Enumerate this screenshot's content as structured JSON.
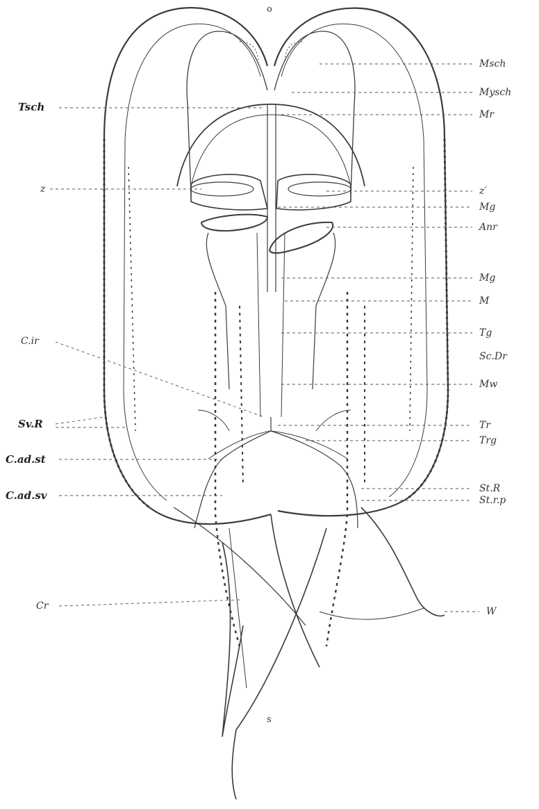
{
  "labels": {
    "o": "o",
    "s": "s",
    "msch": "Msch",
    "mysch": "Mysch",
    "tsch": "Tsch",
    "mr": "Mr",
    "z": "z",
    "z_prime": "z′",
    "mg_upper": "Mg",
    "anr": "Anr",
    "mg_lower": "Mg",
    "m": "M",
    "tg": "Tg",
    "scdr": "Sc.Dr",
    "cir": "C.ir",
    "mw": "Mw",
    "svr": "Sv.R",
    "tr": "Tr",
    "trg": "Trg",
    "cadst": "C.ad.st",
    "cadsv": "C.ad.sv",
    "str": "St.R",
    "strp": "St.r.p",
    "cr": "Cr",
    "w": "W"
  },
  "colors": {
    "ink": "#3a3a3a",
    "label": "#333333",
    "background": "#ffffff"
  }
}
